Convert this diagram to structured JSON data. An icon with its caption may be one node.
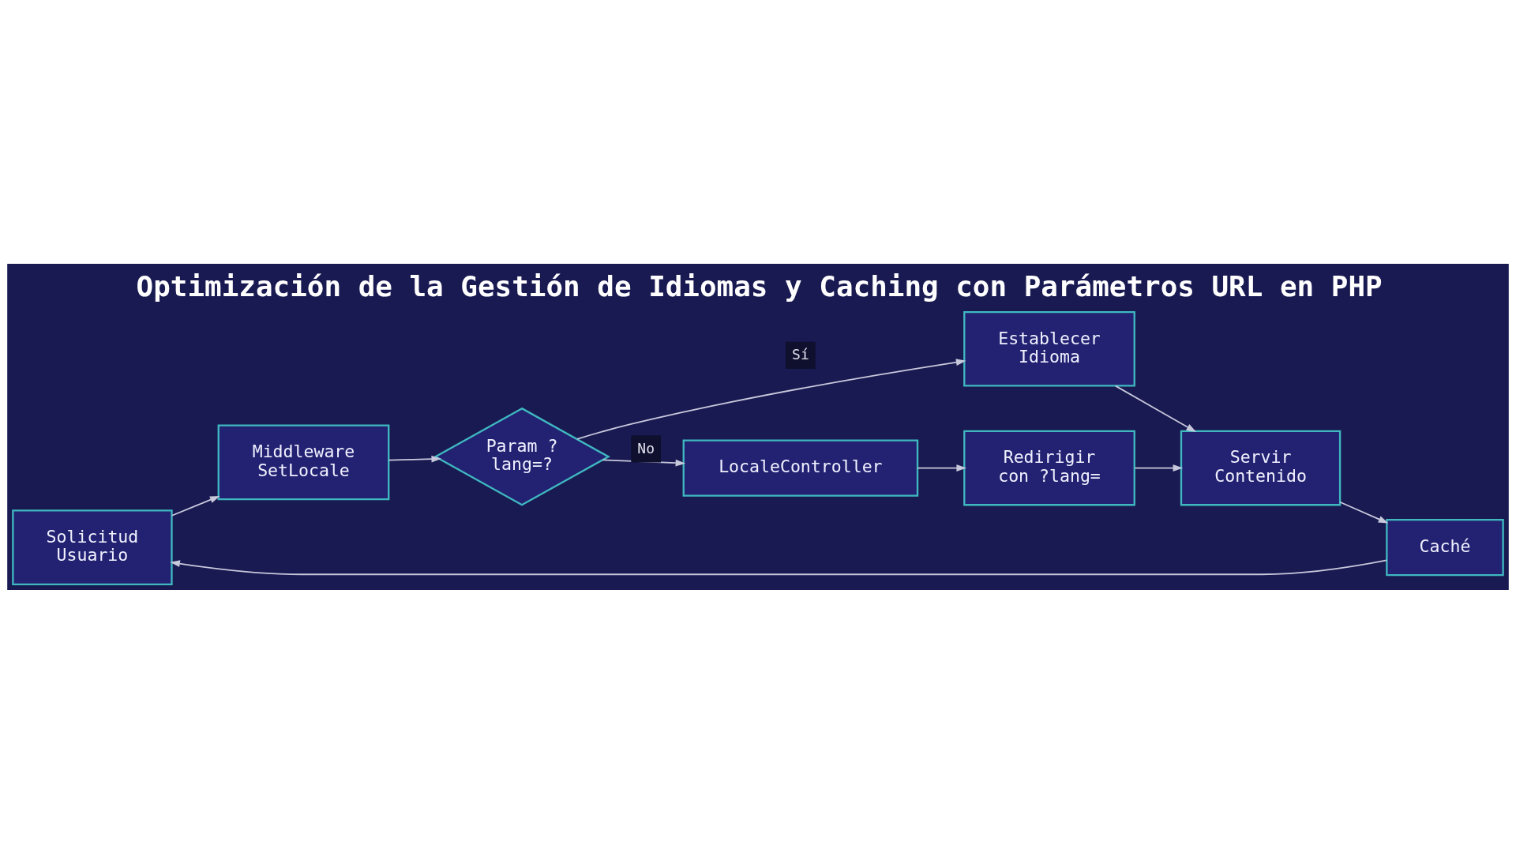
{
  "diagram": {
    "title": "Optimización de la Gestión de Idiomas y Caching con Parámetros URL en PHP",
    "nodes": [
      {
        "text": [
          "Solicitud Usuario"
        ]
      },
      {
        "text": [
          "Middleware SetLocale"
        ]
      },
      {
        "text": [
          "Param ? lang=?"
        ]
      },
      {
        "text": [
          "Establecer Idioma"
        ]
      },
      {
        "text": [
          "LocaleController"
        ]
      },
      {
        "text": [
          "Redirigir con ?lang="
        ]
      },
      {
        "text": [
          "Servir Contenido"
        ]
      },
      {
        "text": [
          "Caché"
        ]
      }
    ],
    "edges": [
      {
        "from": 0,
        "to": 1,
        "arrow": "to"
      },
      {
        "from": 1,
        "to": 2,
        "arrow": "to"
      },
      {
        "from": 2,
        "to": 3,
        "arrow": "to",
        "label": "Sí"
      },
      {
        "from": 2,
        "to": 4,
        "arrow": "to",
        "label": "No"
      },
      {
        "from": 4,
        "to": 5,
        "arrow": "to"
      },
      {
        "from": 3,
        "to": 6,
        "arrow": "to"
      },
      {
        "from": 5,
        "to": 6,
        "arrow": "to"
      },
      {
        "from": 6,
        "to": 7,
        "arrow": "to"
      },
      {
        "from": 7,
        "to": 0,
        "arrow": "to"
      }
    ]
  }
}
